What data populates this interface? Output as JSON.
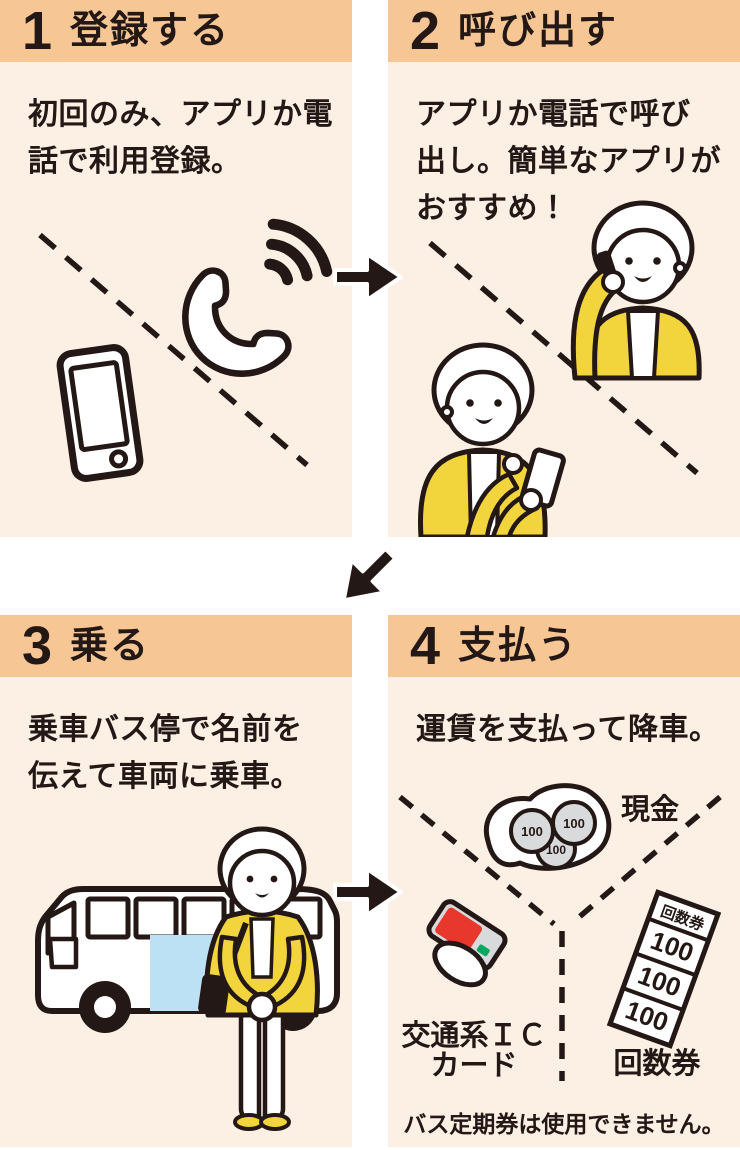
{
  "colors": {
    "header_bg": "#F6C795",
    "panel_bg": "#FCEFE3",
    "ink": "#231815",
    "accent_yellow": "#F2D43C",
    "bus_door_blue": "#BDE1F4",
    "ic_card_red": "#E8382D",
    "ic_card_green": "#00A95F",
    "coin_gray": "#D9DADB"
  },
  "steps": [
    {
      "number": "1",
      "title": "登録する",
      "description_lines": [
        "初回のみ、アプリか電",
        "話で利用登録。"
      ],
      "icons": [
        "smartphone-icon",
        "phone-handset-icon",
        "signal-waves-icon",
        "dashed-divider"
      ]
    },
    {
      "number": "2",
      "title": "呼び出す",
      "description_lines": [
        "アプリか電話で呼び",
        "出し。簡単なアプリが",
        "おすすめ！"
      ],
      "icons": [
        "senior-on-phone-illustration",
        "senior-with-smartphone-illustration",
        "dashed-divider"
      ]
    },
    {
      "number": "3",
      "title": "乗る",
      "description_lines": [
        "乗車バス停で名前を",
        "伝えて車両に乗車。"
      ],
      "icons": [
        "bus-illustration",
        "senior-passenger-illustration"
      ]
    },
    {
      "number": "4",
      "title": "支払う",
      "description_lines": [
        "運賃を支払って降車。"
      ],
      "icons": [
        "coins-in-hand-icon",
        "ic-card-in-hand-icon",
        "coupon-ticket-strip-icon",
        "dashed-divider"
      ],
      "payment": {
        "cash_label": "現金",
        "coin_value": "100",
        "ic_card_label_lines": [
          "交通系ＩＣ",
          "カード"
        ],
        "coupon_label": "回数券",
        "ticket_title": "回数券",
        "ticket_values": [
          "100",
          "100",
          "100"
        ],
        "note": "バス定期券は使用できません。"
      }
    }
  ],
  "arrows": {
    "step1_to_step2": "arrow-right-icon",
    "row1_to_row2": "arrow-down-left-icon",
    "step3_to_step4": "arrow-right-icon"
  }
}
